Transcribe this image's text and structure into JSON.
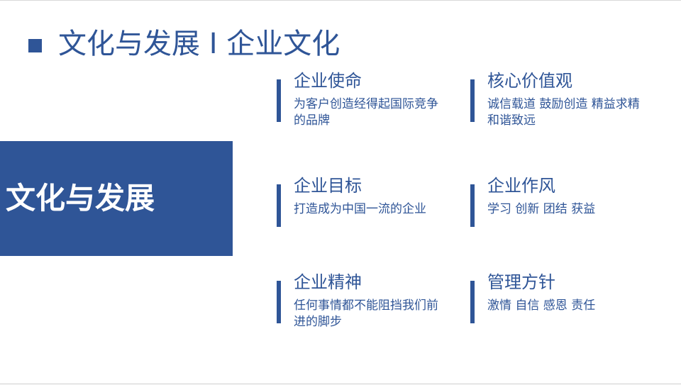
{
  "slide": {
    "title": "文化与发展 I 企业文化",
    "panel_title": "文化与发展",
    "items": [
      {
        "title": "企业使命",
        "desc": "为客户创造经得起国际竞争的品牌"
      },
      {
        "title": "核心价值观",
        "desc": "诚信载道  鼓励创造  精益求精  和谐致远"
      },
      {
        "title": "企业目标",
        "desc": "打造成为中国一流的企业"
      },
      {
        "title": "企业作风",
        "desc": "学习  创新  团结  获益"
      },
      {
        "title": "企业精神",
        "desc": "任何事情都不能阻挡我们前进的脚步"
      },
      {
        "title": "管理方针",
        "desc": "激情  自信  感恩  责任"
      }
    ]
  },
  "colors": {
    "accent": "#2f5597",
    "background": "#ffffff"
  }
}
